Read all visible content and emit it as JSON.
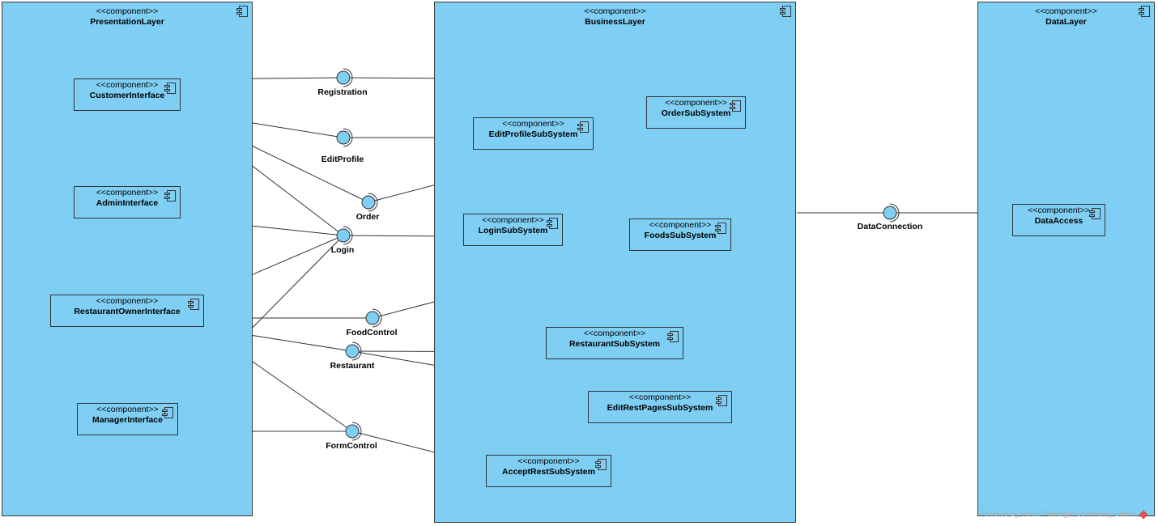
{
  "stereotype": "<<component>>",
  "colors": {
    "fill": "#7fcff5",
    "line": "#333333"
  },
  "layers": [
    {
      "id": "presentation",
      "name": "PresentationLayer"
    },
    {
      "id": "business",
      "name": "BusinessLayer"
    },
    {
      "id": "data",
      "name": "DataLayer"
    }
  ],
  "components": [
    {
      "id": "customer",
      "name": "CustomerInterface"
    },
    {
      "id": "admin",
      "name": "AdminInterface"
    },
    {
      "id": "owner",
      "name": "RestaurantOwnerInterface"
    },
    {
      "id": "manager",
      "name": "ManagerInterface"
    },
    {
      "id": "editprofile",
      "name": "EditProfileSubSystem"
    },
    {
      "id": "ordersub",
      "name": "OrderSubSystem"
    },
    {
      "id": "loginsub",
      "name": "LoginSubSystem"
    },
    {
      "id": "foodssub",
      "name": "FoodsSubSystem"
    },
    {
      "id": "restsub",
      "name": "RestaurantSubSystem"
    },
    {
      "id": "editrest",
      "name": "EditRestPagesSubSystem"
    },
    {
      "id": "acceptrest",
      "name": "AcceptRestSubSystem"
    },
    {
      "id": "dataaccess",
      "name": "DataAccess"
    }
  ],
  "interfaces": [
    {
      "id": "registration",
      "name": "Registration"
    },
    {
      "id": "editprofile_i",
      "name": "EditProfile"
    },
    {
      "id": "order_i",
      "name": "Order"
    },
    {
      "id": "login_i",
      "name": "Login"
    },
    {
      "id": "foodcontrol_i",
      "name": "FoodControl"
    },
    {
      "id": "restaurant_i",
      "name": "Restaurant"
    },
    {
      "id": "formcontrol_i",
      "name": "FormControl"
    },
    {
      "id": "dataconnection_i",
      "name": "DataConnection"
    }
  ],
  "connections": [
    {
      "from": "customer",
      "to": "registration"
    },
    {
      "from": "customer",
      "to": "editprofile_i"
    },
    {
      "from": "customer",
      "to": "order_i"
    },
    {
      "from": "customer",
      "to": "login_i"
    },
    {
      "from": "admin",
      "to": "login_i"
    },
    {
      "from": "owner",
      "to": "login_i"
    },
    {
      "from": "owner",
      "to": "foodcontrol_i"
    },
    {
      "from": "owner",
      "to": "restaurant_i"
    },
    {
      "from": "owner",
      "to": "formcontrol_i"
    },
    {
      "from": "manager",
      "to": "login_i"
    },
    {
      "from": "manager",
      "to": "formcontrol_i"
    },
    {
      "from": "registration",
      "to": "business"
    },
    {
      "from": "editprofile_i",
      "to": "editprofile"
    },
    {
      "from": "order_i",
      "to": "ordersub"
    },
    {
      "from": "login_i",
      "to": "loginsub"
    },
    {
      "from": "foodcontrol_i",
      "to": "foodssub"
    },
    {
      "from": "restaurant_i",
      "to": "restsub"
    },
    {
      "from": "restaurant_i",
      "to": "editrest"
    },
    {
      "from": "formcontrol_i",
      "to": "acceptrest"
    },
    {
      "from": "business",
      "to": "dataconnection_i"
    },
    {
      "from": "dataconnection_i",
      "to": "dataaccess"
    }
  ],
  "footer": "Powered By  Visual Paradigm Community Edition"
}
